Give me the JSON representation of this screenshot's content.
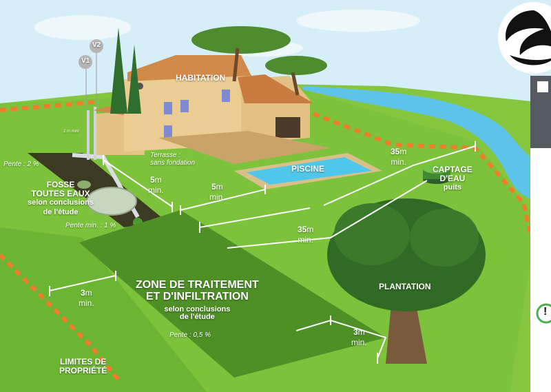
{
  "labels": {
    "habitation": "HABITATION",
    "terrasse": "Terrasse :",
    "terrasse_sub": "sans fondation",
    "piscine": "PISCINE",
    "captage": "CAPTAGE",
    "captage2": "D'EAU",
    "puits": "puits",
    "fosse1": "FOSSE",
    "fosse2": "TOUTES EAUX",
    "fosse3": "selon conclusions",
    "fosse4": "de l'étude",
    "zone1": "ZONE DE TRAITEMENT",
    "zone2": "ET D'INFILTRATION",
    "zone3": "selon conclusions",
    "zone4": "de l'étude",
    "plantation": "PLANTATION",
    "limites1": "LIMITES DE",
    "limites2": "PROPRIÉTÉ",
    "v1": "V1",
    "v2": "V2",
    "sol_tag": "1 m mini",
    "pente_top": "Pente : 2 %",
    "pente_mid": "Pente min. : 1 %",
    "pente_zone": "Pente : 0,5 %",
    "alert": "!"
  },
  "distances": {
    "fosse_habitation": {
      "value": "5",
      "unit": "m",
      "min": "min."
    },
    "zone_habitation": {
      "value": "5",
      "unit": "m",
      "min": "min."
    },
    "zone_captage": {
      "value": "35",
      "unit": "m",
      "min": "min."
    },
    "fosse_captage": {
      "value": "35",
      "unit": "m",
      "min": "min."
    },
    "zone_limite": {
      "value": "3",
      "unit": "m",
      "min": "min."
    },
    "zone_plantation": {
      "value": "3",
      "unit": "m",
      "min": "min."
    }
  },
  "colors": {
    "sky": "#cfe9f4",
    "grass": "#7cc23a",
    "grass_dark": "#5a9a2a",
    "zone": "#4e8f26",
    "boundary": "#f07d2a",
    "water": "#5ec3e8",
    "roof": "#d28a4a",
    "wall": "#e9c88c"
  }
}
